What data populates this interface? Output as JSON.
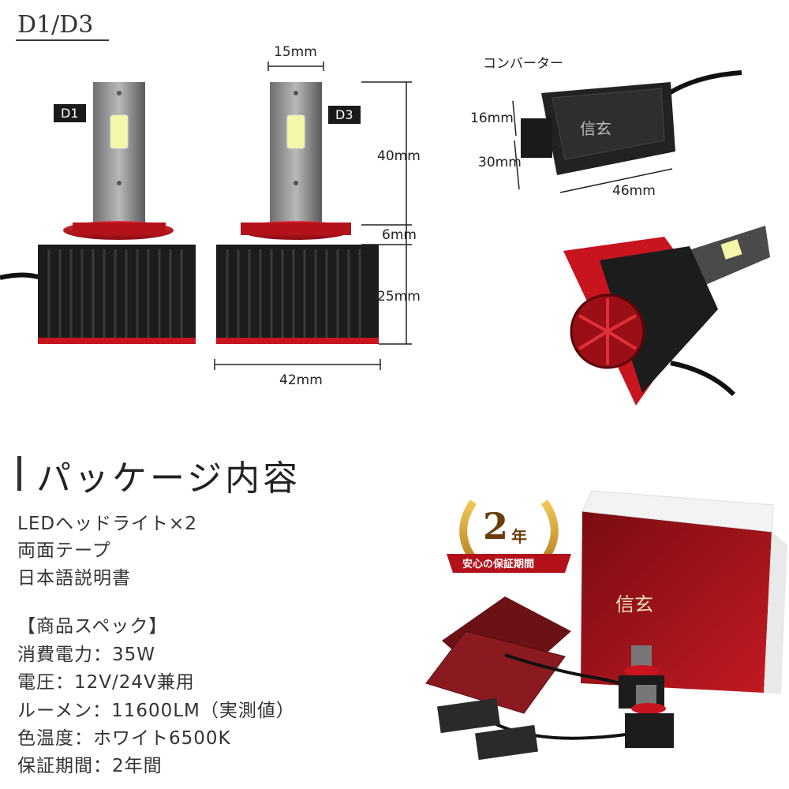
{
  "header": {
    "title": "D1/D3"
  },
  "bulbs": {
    "label_d1": "D1",
    "label_d3": "D3"
  },
  "dimensions": {
    "socket_width": "15mm",
    "chip_height": "40mm",
    "collar_height": "6mm",
    "heatsink_height": "25mm",
    "base_width": "42mm"
  },
  "converter": {
    "title": "コンバーター",
    "height": "16mm",
    "depth": "30mm",
    "width": "46mm"
  },
  "package": {
    "title": "パッケージ内容",
    "items": [
      "LEDヘッドライト×2",
      "両面テープ",
      "日本語説明書"
    ]
  },
  "specs": {
    "heading": "【商品スペック】",
    "lines": [
      "消費電力：35W",
      "電圧：12V/24V兼用",
      "ルーメン：11600LM（実測値）",
      "色温度：ホワイト6500K",
      "保証期間：2年間"
    ]
  },
  "badge": {
    "years": "2",
    "unit": "年",
    "ribbon": "安心の保証期間"
  },
  "colors": {
    "accent_red": "#c8141e",
    "dark": "#1e1e1e",
    "silver": "#8a8a8a"
  }
}
